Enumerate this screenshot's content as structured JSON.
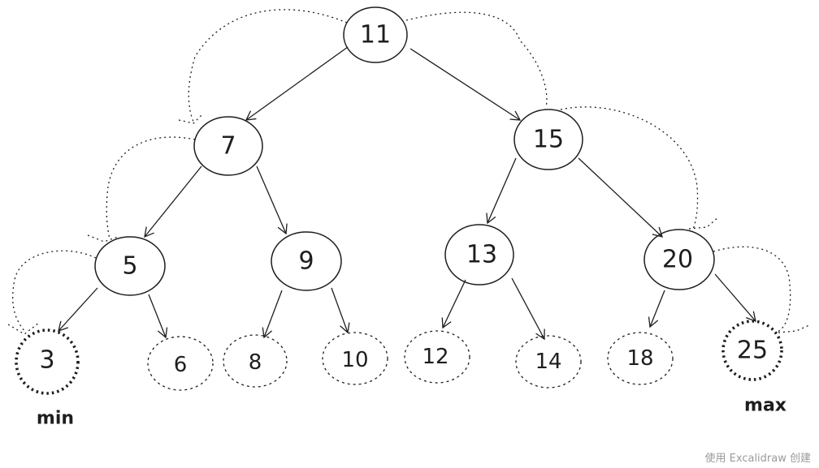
{
  "diagram": {
    "nodes": {
      "n11": "11",
      "n7": "7",
      "n15": "15",
      "n5": "5",
      "n9": "9",
      "n13": "13",
      "n20": "20",
      "n3": "3",
      "n6": "6",
      "n8": "8",
      "n10": "10",
      "n12": "12",
      "n14": "14",
      "n18": "18",
      "n25": "25"
    },
    "labels": {
      "min": "min",
      "max": "max"
    }
  },
  "footer": {
    "watermark": "使用 Excalidraw 创建"
  }
}
